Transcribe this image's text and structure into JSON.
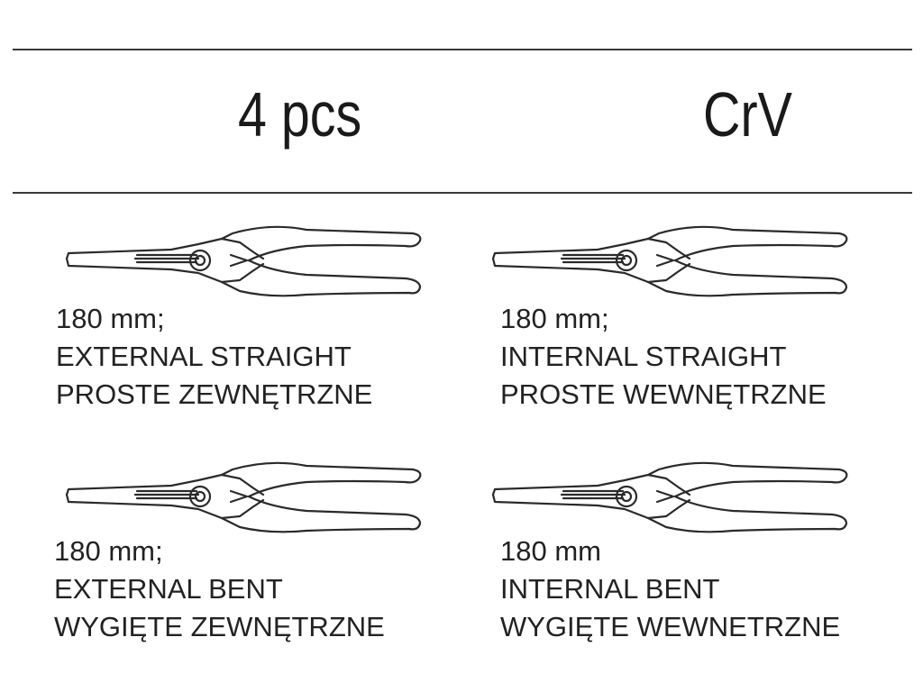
{
  "header": {
    "quantity": "4 pcs",
    "material": "CrV"
  },
  "items": [
    {
      "icon": "pliers-icon",
      "size": "180 mm;",
      "name_en": "EXTERNAL STRAIGHT",
      "name_pl": "PROSTE ZEWNĘTRZNE"
    },
    {
      "icon": "pliers-icon",
      "size": "180 mm;",
      "name_en": "INTERNAL STRAIGHT",
      "name_pl": "PROSTE WEWNĘTRZNE"
    },
    {
      "icon": "pliers-icon",
      "size": "180 mm;",
      "name_en": "EXTERNAL BENT",
      "name_pl": "WYGIĘTE ZEWNĘTRZNE"
    },
    {
      "icon": "pliers-icon",
      "size": "180 mm",
      "name_en": "INTERNAL BENT",
      "name_pl": "WYGIĘTE WEWNETRZNE"
    }
  ]
}
